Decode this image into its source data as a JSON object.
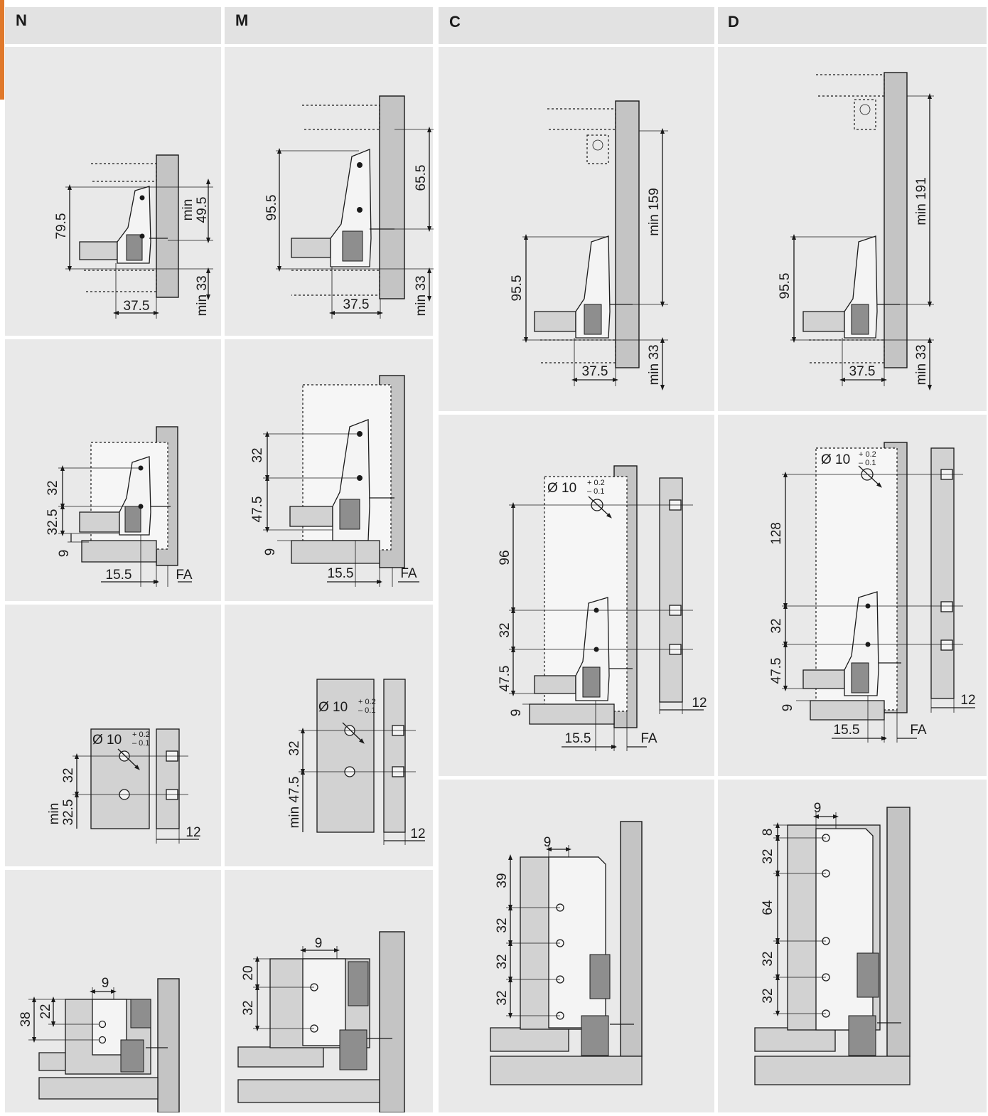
{
  "columns": [
    {
      "id": "N",
      "label": "N"
    },
    {
      "id": "M",
      "label": "M"
    },
    {
      "id": "C",
      "label": "C"
    },
    {
      "id": "D",
      "label": "D"
    }
  ],
  "cells": {
    "N1": {
      "height": "79.5",
      "min_label": "min",
      "min_value": "49.5",
      "bottom_min": "min 33",
      "offset": "37.5"
    },
    "M1": {
      "height": "95.5",
      "upper": "65.5",
      "bottom_min": "min 33",
      "offset": "37.5"
    },
    "C1": {
      "height": "95.5",
      "min_height": "min 159",
      "bottom_min": "min 33",
      "offset": "37.5"
    },
    "D1": {
      "height": "95.5",
      "min_height": "min 191",
      "bottom_min": "min 33",
      "offset": "37.5"
    },
    "N2": {
      "d1": "32",
      "d2": "32.5",
      "d3": "9",
      "offset": "15.5",
      "fa": "FA"
    },
    "M2": {
      "d1": "32",
      "d2": "47.5",
      "d3": "9",
      "offset": "15.5",
      "fa": "FA"
    },
    "C2": {
      "hole": "Ø 10",
      "tol_plus": "+ 0.2",
      "tol_minus": "– 0.1",
      "d0": "96",
      "d1": "32",
      "d2": "47.5",
      "d3": "9",
      "offset": "15.5",
      "fa": "FA",
      "thick": "12"
    },
    "D2": {
      "hole": "Ø 10",
      "tol_plus": "+ 0.2",
      "tol_minus": "– 0.1",
      "d0": "128",
      "d1": "32",
      "d2": "47.5",
      "d3": "9",
      "offset": "15.5",
      "fa": "FA",
      "thick": "12"
    },
    "N3": {
      "hole": "Ø 10",
      "tol_plus": "+ 0.2",
      "tol_minus": "– 0.1",
      "d1": "32",
      "min_label": "min",
      "min_value": "32.5",
      "thick": "12"
    },
    "M3": {
      "hole": "Ø 10",
      "tol_plus": "+ 0.2",
      "tol_minus": "– 0.1",
      "d1": "32",
      "min_value": "min 47.5",
      "thick": "12"
    },
    "N4": {
      "w": "9",
      "d1": "38",
      "d2": "22"
    },
    "M4": {
      "w": "9",
      "d1": "20",
      "d2": "32"
    },
    "C3": {
      "w": "9",
      "d1": "39",
      "d2": "32",
      "d3": "32",
      "d4": "32"
    },
    "D3": {
      "w": "9",
      "d1": "8",
      "d2": "32",
      "d3": "64",
      "d4": "32",
      "d5": "32"
    }
  }
}
